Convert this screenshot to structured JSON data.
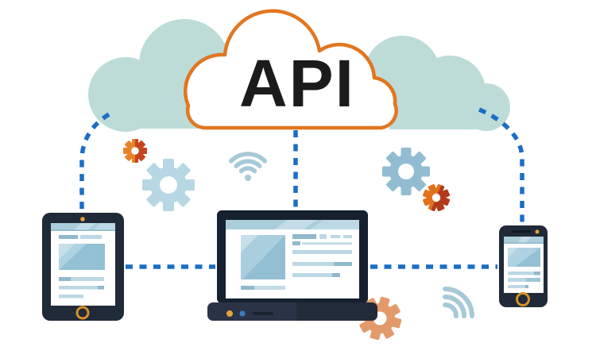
{
  "illustration": {
    "cloud_label": "API",
    "colors": {
      "background": "#ffffff",
      "cloud_fill": "#ffffff",
      "cloud_outline": "#e2761f",
      "back_cloud": "#bddcd8",
      "connector_blue": "#1b6ec6",
      "gear_orange": "#e8822a",
      "gear_orange_dark": "#c6441e",
      "gear_red": "#b03a1b",
      "gear_red_light": "#e2701d",
      "gear_blue_light": "#b6d7e3",
      "gear_blue_steel": "#92bcd2",
      "gear_salmon": "#e39a6b",
      "wifi_blue": "#a7c9d7",
      "device_frame": "#212a38",
      "laptop_base": "#2b3447",
      "screen_white": "#ffffff",
      "screen_tint": "#a9cddb",
      "screen_bar_light": "#bcd8e4",
      "screen_bar_dark": "#8fb9cc",
      "accent_orange_dot": "#e8a33d",
      "home_ring_orange": "#d79027",
      "api_text": "#1b1b1b"
    },
    "devices": [
      {
        "name": "tablet"
      },
      {
        "name": "laptop"
      },
      {
        "name": "smartphone"
      }
    ],
    "icons": [
      "cloud-icon",
      "gear-icon",
      "wifi-icon"
    ]
  }
}
